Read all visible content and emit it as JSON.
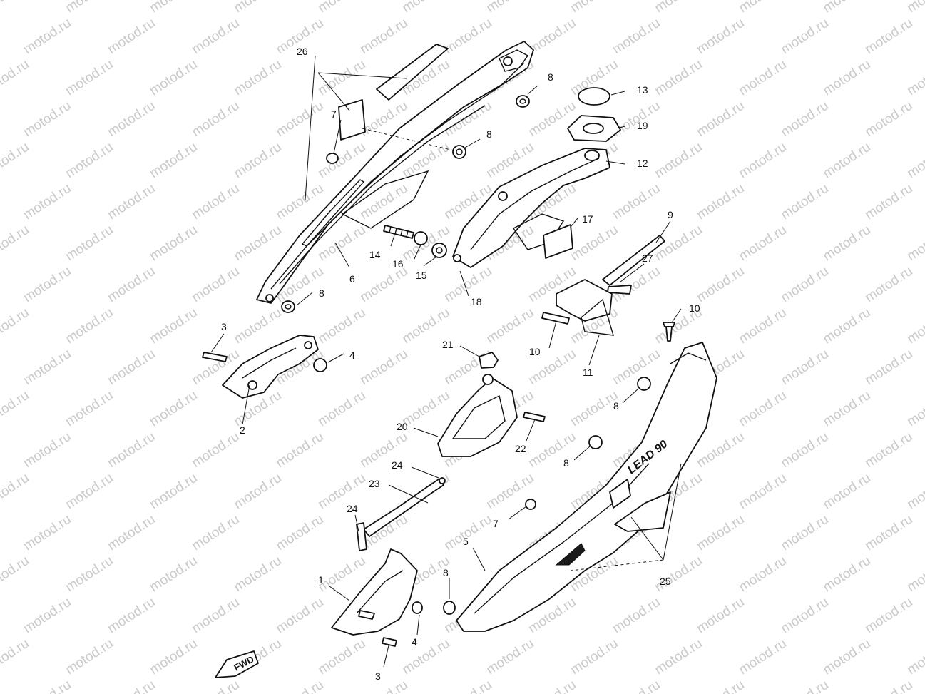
{
  "watermark": "motod.ru",
  "arrow_label": "FWD",
  "decal_text": "LEAD 90",
  "callouts": {
    "c1": "1",
    "c2": "2",
    "c3a": "3",
    "c3b": "3",
    "c4a": "4",
    "c4b": "4",
    "c5": "5",
    "c6": "6",
    "c7a": "7",
    "c7b": "7",
    "c8a": "8",
    "c8b": "8",
    "c8c": "8",
    "c8d": "8",
    "c8e": "8",
    "c8f": "8",
    "c9": "9",
    "c10a": "10",
    "c10b": "10",
    "c11": "11",
    "c12": "12",
    "c13": "13",
    "c14": "14",
    "c15": "15",
    "c16": "16",
    "c17": "17",
    "c18": "18",
    "c19": "19",
    "c20": "20",
    "c21": "21",
    "c22": "22",
    "c23": "23",
    "c24a": "24",
    "c24b": "24",
    "c25": "25",
    "c26": "26",
    "c27": "27"
  }
}
